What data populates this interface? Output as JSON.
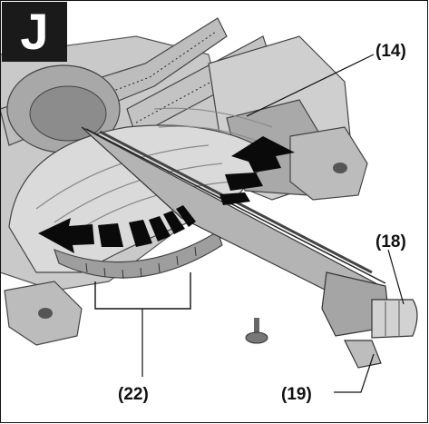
{
  "figure": {
    "letter": "J",
    "callouts": {
      "c14": "(14)",
      "c18": "(18)",
      "c19": "(19)",
      "c22": "(22)"
    }
  },
  "colors": {
    "frame": "#111111",
    "letter_background": "#1a1a1a",
    "letter_text": "#ffffff",
    "arrow": "#0a0a0a",
    "machine_light": "#d6d6d6",
    "machine_mid": "#a8a8a8",
    "machine_dark": "#6e6e6e"
  }
}
